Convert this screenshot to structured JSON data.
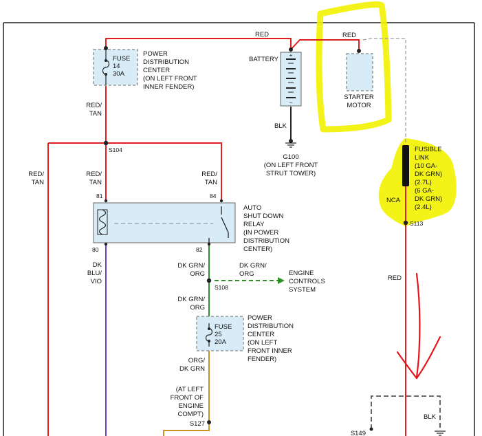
{
  "colors": {
    "red_wire": "#e0201c",
    "green_wire": "#2f8f2a",
    "orange_wire": "#c8922a",
    "violet_wire": "#6a3fc8",
    "black_wire": "#222222",
    "component_fill": "#d8ecf7",
    "highlighter": "#f2f200",
    "annotation": "#e8141c"
  },
  "labels": {
    "red_top": "RED",
    "red_starter": "RED",
    "fuse14": [
      "FUSE",
      "14",
      "30A"
    ],
    "pdc_top": [
      "POWER",
      "DISTRIBUTION",
      "CENTER",
      "(ON LEFT FRONT",
      "INNER FENDER)"
    ],
    "battery": "BATTERY",
    "starter": [
      "STARTER",
      "MOTOR"
    ],
    "blk_batt": "BLK",
    "g100": [
      "G100",
      "(ON LEFT FRONT",
      "STRUT TOWER)"
    ],
    "red_tan_fuse": [
      "RED/",
      "TAN"
    ],
    "s104": "S104",
    "red_tan_left": [
      "RED/",
      "TAN"
    ],
    "red_tan_81": [
      "RED/",
      "TAN"
    ],
    "red_tan_84": [
      "RED/",
      "TAN"
    ],
    "pin81": "81",
    "pin84": "84",
    "pin80": "80",
    "pin82": "82",
    "asd_relay": [
      "AUTO",
      "SHUT DOWN",
      "RELAY",
      "(IN POWER",
      "DISTRIBUTION",
      "CENTER)"
    ],
    "fusible_link": [
      "FUSIBLE",
      "LINK",
      "(10 GA-",
      "DK GRN)",
      "(2.7L)",
      "(6 GA-",
      "DK GRN)",
      "(2.4L)"
    ],
    "nca": "NCA",
    "s113": "S113",
    "dk_blu_vio": [
      "DK",
      "BLU/",
      "VIO"
    ],
    "dk_grn_org_1": [
      "DK GRN/",
      "ORG"
    ],
    "dk_grn_org_2": [
      "DK GRN/",
      "ORG"
    ],
    "engine_controls": [
      "ENGINE",
      "CONTROLS",
      "SYSTEM"
    ],
    "s108": "S108",
    "dk_grn_org_3": [
      "DK GRN/",
      "ORG"
    ],
    "fuse25": [
      "FUSE",
      "25",
      "20A"
    ],
    "pdc_mid": [
      "POWER",
      "DISTRIBUTION",
      "CENTER",
      "(ON LEFT",
      "FRONT INNER",
      "FENDER)"
    ],
    "org_dk_grn": [
      "ORG/",
      "DK GRN"
    ],
    "red_right": "RED",
    "s127_location": [
      "(AT LEFT",
      "FRONT OF",
      "ENGINE",
      "COMPT)"
    ],
    "s127": "S127",
    "blk_bottom": "BLK",
    "s149": "S149"
  }
}
